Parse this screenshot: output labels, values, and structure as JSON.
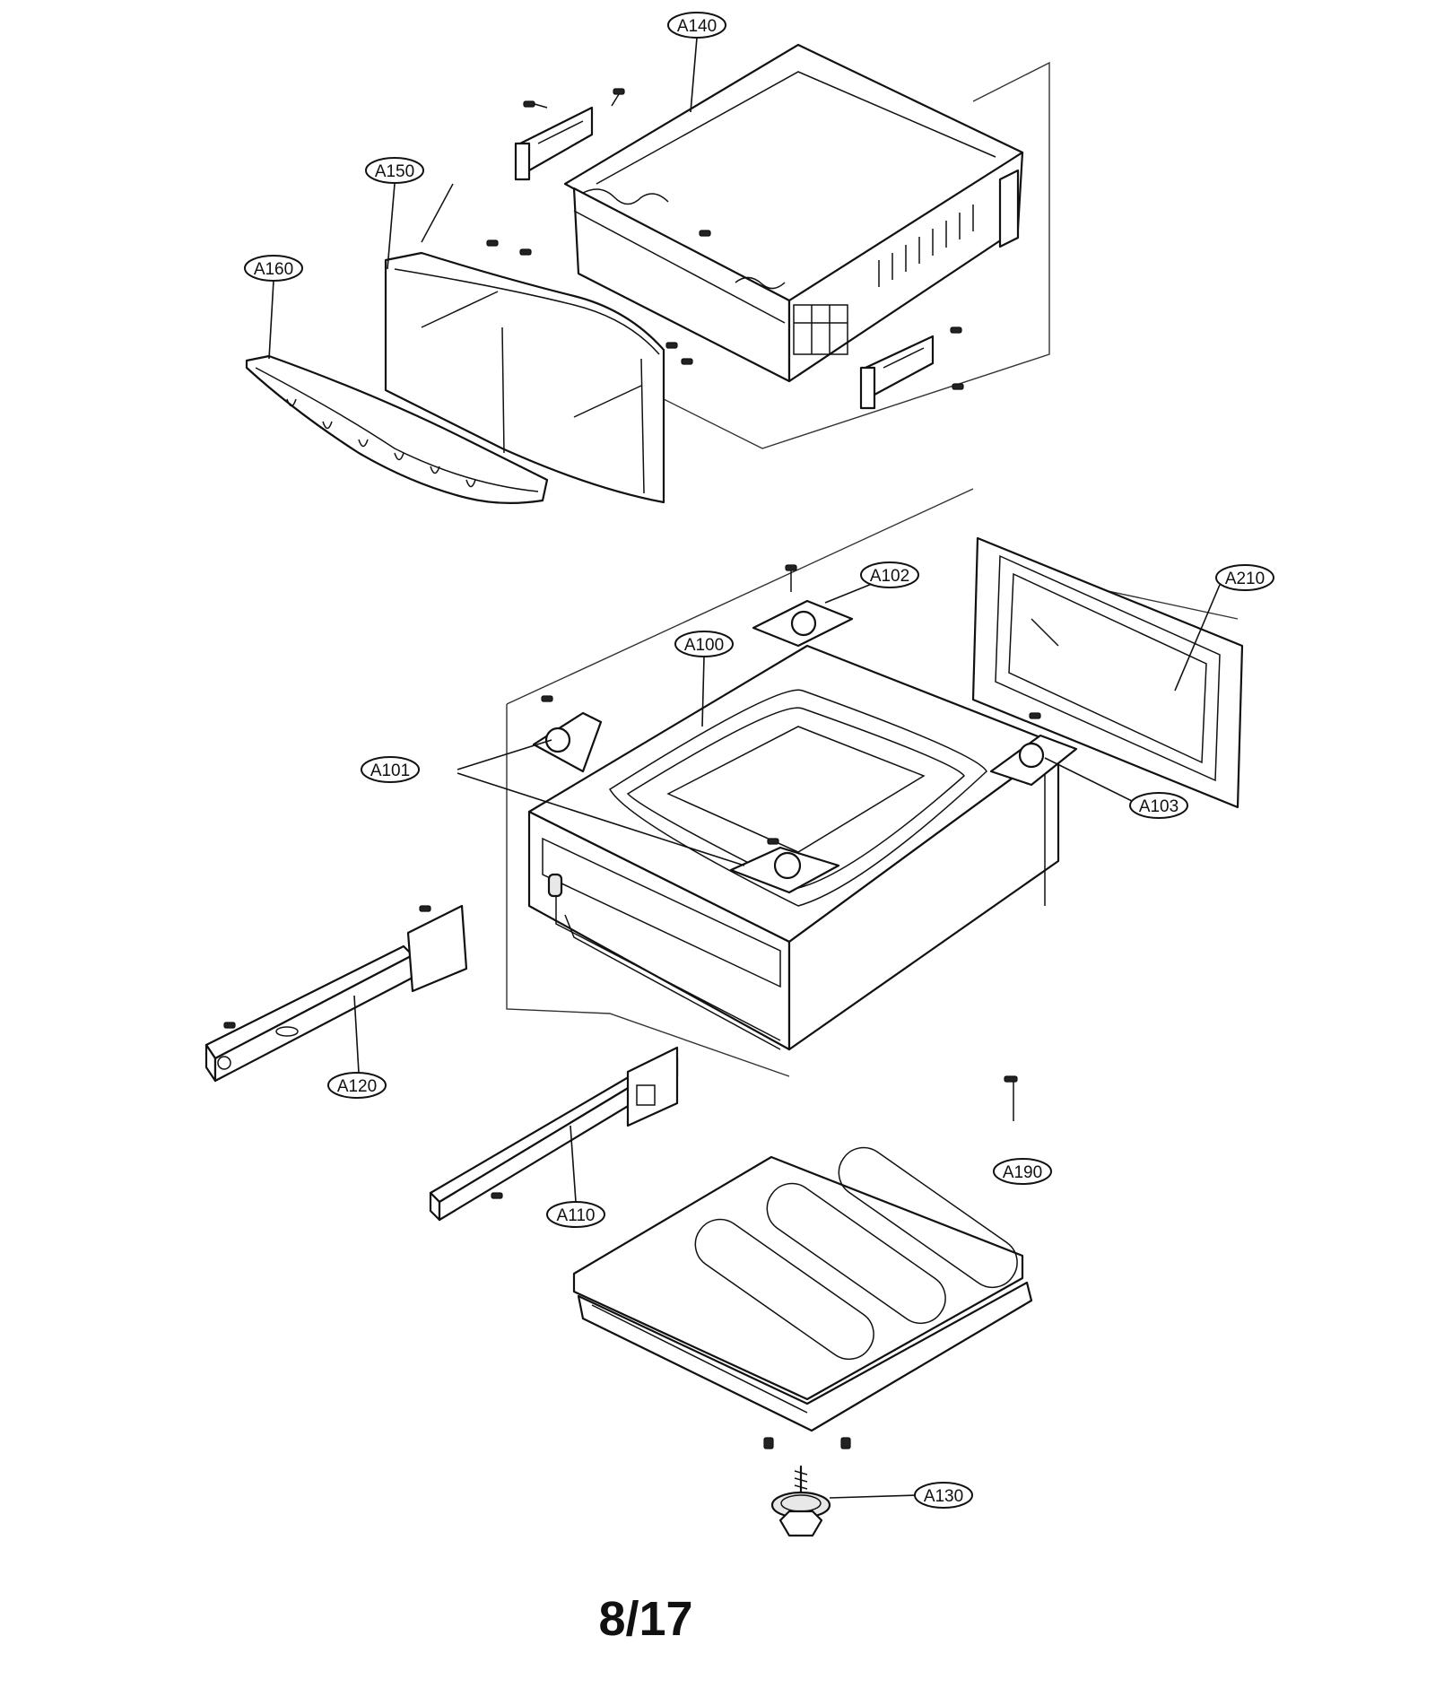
{
  "callouts": [
    {
      "id": "A140",
      "label": "A140"
    },
    {
      "id": "A150",
      "label": "A150"
    },
    {
      "id": "A160",
      "label": "A160"
    },
    {
      "id": "A102",
      "label": "A102"
    },
    {
      "id": "A210",
      "label": "A210"
    },
    {
      "id": "A100",
      "label": "A100"
    },
    {
      "id": "A101",
      "label": "A101"
    },
    {
      "id": "A103",
      "label": "A103"
    },
    {
      "id": "A120",
      "label": "A120"
    },
    {
      "id": "A110",
      "label": "A110"
    },
    {
      "id": "A190",
      "label": "A190"
    },
    {
      "id": "A130",
      "label": "A130"
    }
  ],
  "page_number": "8/17"
}
